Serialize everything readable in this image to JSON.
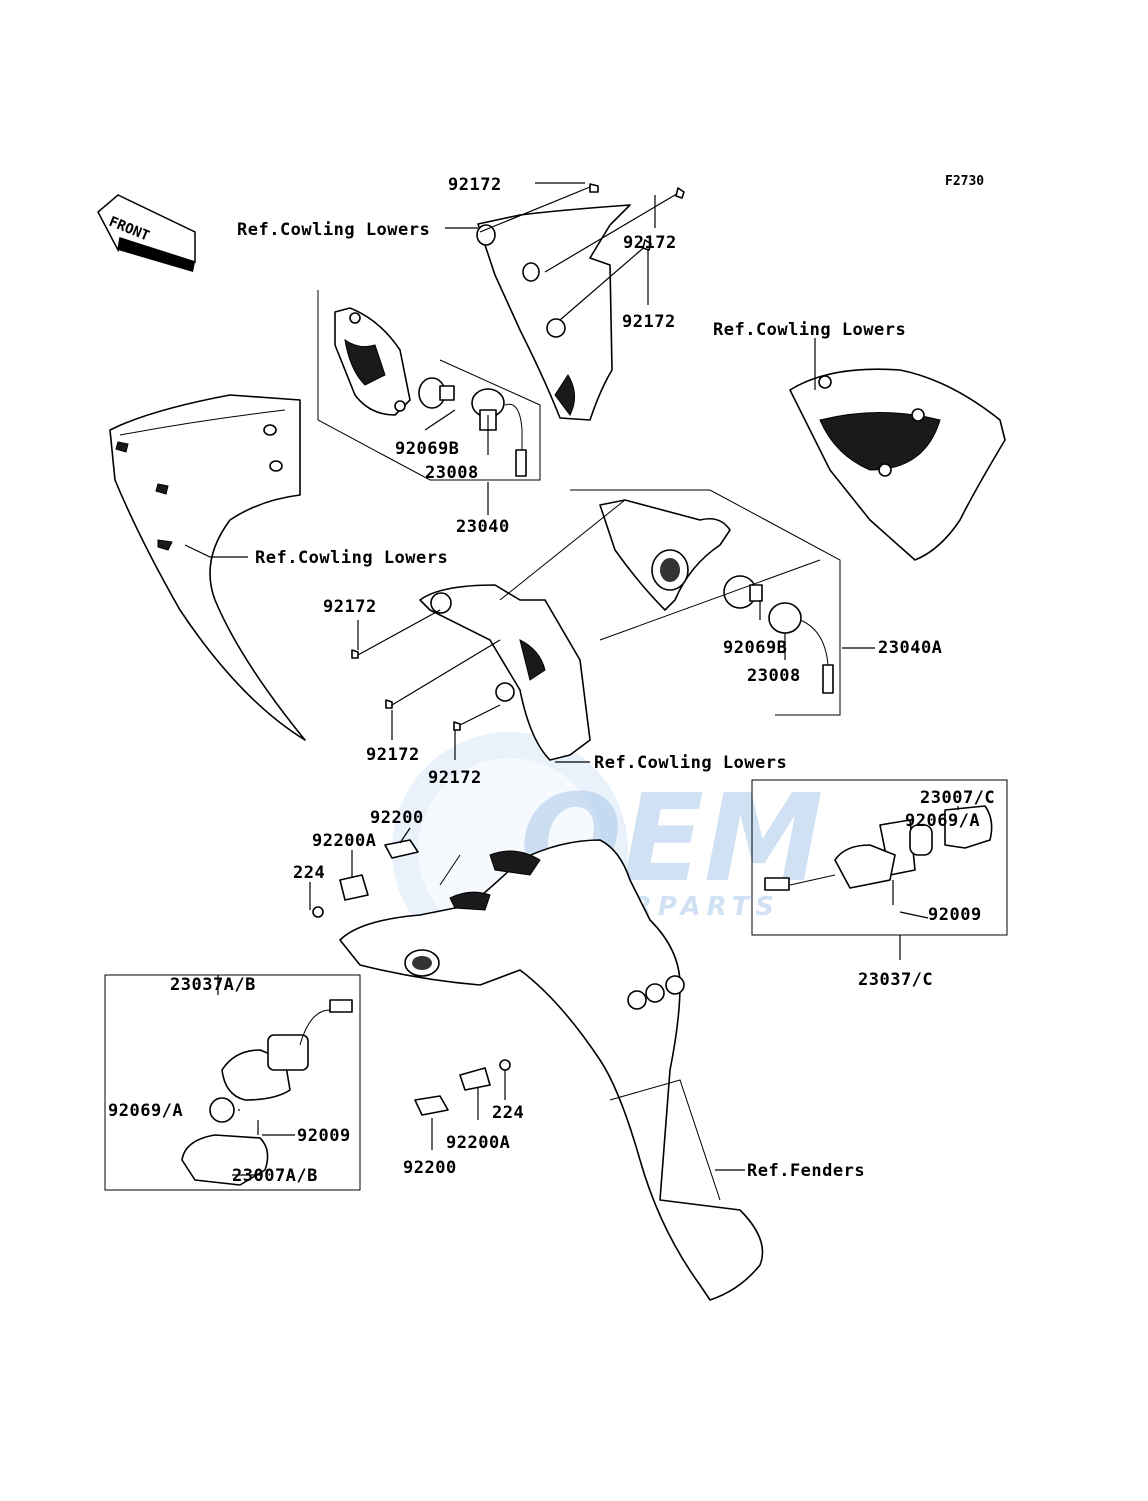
{
  "diagram_code": "F2730",
  "front_marker": "FRONT",
  "watermark": {
    "brand": "OEM",
    "sub": "MOTORPARTS"
  },
  "labels": {
    "l_92172_a": "92172",
    "l_ref_cowl_1": "Ref.Cowling Lowers",
    "l_92172_b": "92172",
    "l_92172_c": "92172",
    "l_ref_cowl_2": "Ref.Cowling Lowers",
    "l_92069B_a": "92069B",
    "l_23008_a": "23008",
    "l_23040": "23040",
    "l_ref_cowl_3": "Ref.Cowling Lowers",
    "l_92172_d": "92172",
    "l_92069B_b": "92069B",
    "l_23008_b": "23008",
    "l_23040A": "23040A",
    "l_92172_e": "92172",
    "l_92172_f": "92172",
    "l_ref_cowl_4": "Ref.Cowling Lowers",
    "l_23007C": "23007/C",
    "l_92069A_a": "92069/A",
    "l_92200_a": "92200",
    "l_92200A_a": "92200A",
    "l_224_a": "224",
    "l_92009_a": "92009",
    "l_23037C": "23037/C",
    "l_23037AB": "23037A/B",
    "l_224_b": "224",
    "l_92069A_b": "92069/A",
    "l_92009_b": "92009",
    "l_92200A_b": "92200A",
    "l_92200_b": "92200",
    "l_ref_fenders": "Ref.Fenders",
    "l_23007AB": "23007A/B"
  }
}
